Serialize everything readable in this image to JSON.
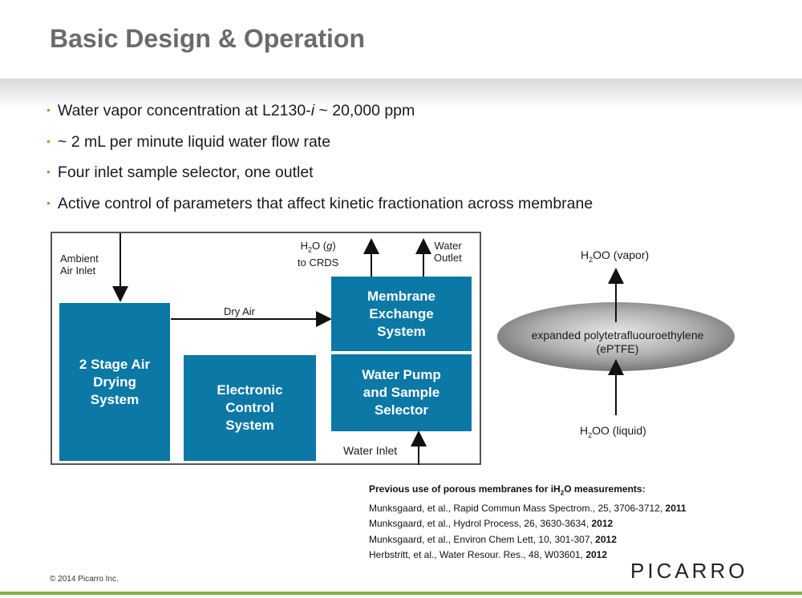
{
  "slide": {
    "title": "Basic Design & Operation",
    "bullets": [
      {
        "pre": "Water vapor concentration at L2130-",
        "ital": "i",
        "post": " ~ 20,000 ppm"
      },
      {
        "text": "~ 2 mL per minute liquid water flow rate"
      },
      {
        "text": "Four inlet sample selector, one outlet"
      },
      {
        "text": "Active control of parameters that affect kinetic fractionation across membrane"
      }
    ]
  },
  "diagram": {
    "ambient_line1": "Ambient",
    "ambient_line2": "Air Inlet",
    "dry_air": "Dry Air",
    "h2o_g_to": "to CRDS",
    "water_outlet_1": "Water",
    "water_outlet_2": "Outlet",
    "water_inlet": "Water Inlet",
    "boxes": {
      "drying": [
        "2 Stage Air",
        "Drying",
        "System"
      ],
      "electronic": [
        "Electronic",
        "Control",
        "System"
      ],
      "membrane": [
        "Membrane",
        "Exchange",
        "System"
      ],
      "pump": [
        "Water Pump",
        "and Sample",
        "Selector"
      ]
    }
  },
  "membrane_figure": {
    "vapor_suffix": "O (vapor)",
    "liquid_suffix": "O (liquid)",
    "membrane_line1": "expanded polytetrafluouroethylene",
    "membrane_line2": "(ePTFE)"
  },
  "references": {
    "heading": "Previous use of porous membranes for iH",
    "heading_end": "O measurements:",
    "items": [
      {
        "text": "Munksgaard, et al., Rapid Commun Mass Spectrom., 25, 3706-3712, ",
        "year": "2011"
      },
      {
        "text": "Munksgaard, et al., Hydrol Process, 26, 3630-3634, ",
        "year": "2012"
      },
      {
        "text": "Munksgaard, et al., Environ Chem Lett, 10, 301-307, ",
        "year": "2012"
      },
      {
        "text": "Herbstritt, et al., Water Resour. Res., 48, W03601, ",
        "year": "2012"
      }
    ]
  },
  "footer": {
    "copyright": "© 2014 Picarro Inc.",
    "logo": "PICARRO"
  },
  "colors": {
    "box_blue": "#0b78a6",
    "accent_green": "#7cb342",
    "title_gray": "#6b6b6b"
  }
}
